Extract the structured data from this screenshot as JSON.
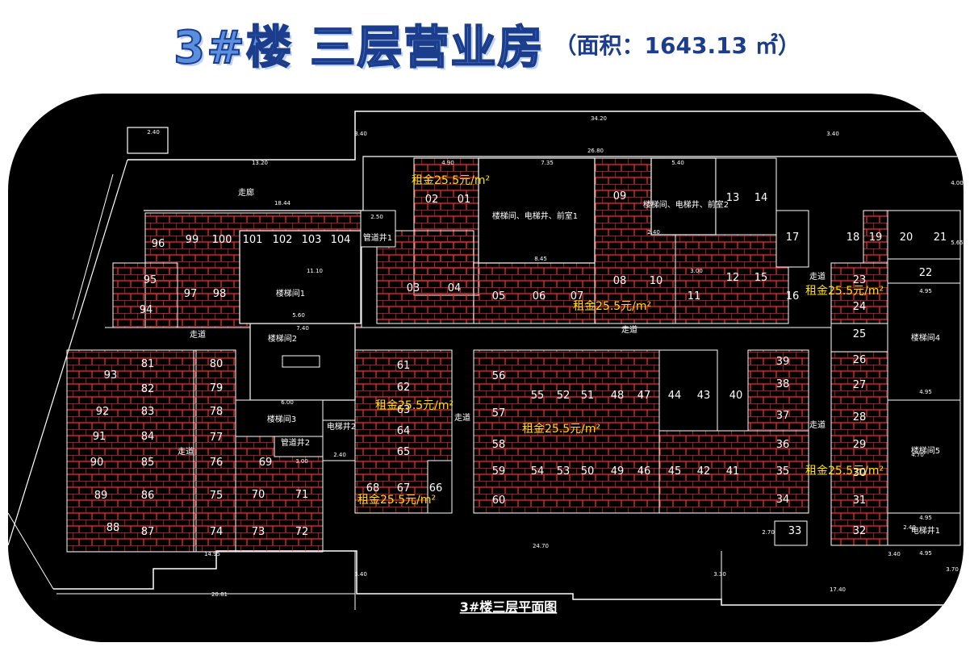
{
  "title": {
    "main": "3#楼 三层营业房",
    "sub": "（面积：1643.13 ㎡）"
  },
  "plan": {
    "caption": "3#楼三层平面图",
    "colors": {
      "background": "#000000",
      "outline": "#ffffff",
      "grid": "#ff2a2a",
      "rent": "#ffe000",
      "title": "#5a8fe0"
    },
    "rent_labels": [
      "租金25.5元/m²",
      "租金25.5元/m²",
      "租金25.5元/m²",
      "租金25.5元/m²",
      "租金25.5元/m²",
      "租金25.5元/m²",
      "租金25.5元/m²"
    ],
    "units": [
      "01",
      "02",
      "03",
      "04",
      "05",
      "06",
      "07",
      "08",
      "09",
      "10",
      "11",
      "12",
      "13",
      "14",
      "15",
      "16",
      "17",
      "18",
      "19",
      "20",
      "21",
      "22",
      "23",
      "24",
      "25",
      "26",
      "27",
      "28",
      "29",
      "30",
      "31",
      "32",
      "33",
      "34",
      "35",
      "36",
      "37",
      "38",
      "39",
      "40",
      "41",
      "42",
      "43",
      "44",
      "45",
      "46",
      "47",
      "48",
      "49",
      "50",
      "51",
      "52",
      "53",
      "54",
      "55",
      "56",
      "57",
      "58",
      "59",
      "60",
      "61",
      "62",
      "63",
      "64",
      "65",
      "66",
      "67",
      "68",
      "69",
      "70",
      "71",
      "72",
      "73",
      "74",
      "75",
      "76",
      "77",
      "78",
      "79",
      "80",
      "81",
      "82",
      "83",
      "84",
      "85",
      "86",
      "87",
      "88",
      "89",
      "90",
      "91",
      "92",
      "93",
      "94",
      "95",
      "96",
      "97",
      "98",
      "99",
      "100",
      "101",
      "102",
      "103",
      "104"
    ],
    "rooms": [
      "走廊",
      "楼梯间1",
      "楼梯间2",
      "楼梯间3",
      "楼梯间4",
      "楼梯间5",
      "电梯井1",
      "电梯井2",
      "管道井1",
      "管道井2",
      "楼梯间、电梯井、前室1",
      "楼梯间、电梯井、前室2",
      "走道",
      "走道",
      "走道",
      "走道",
      "走道",
      "走道"
    ],
    "dimensions": [
      "34.20",
      "26.80",
      "13.20",
      "18.44",
      "11.10",
      "2.40",
      "4.90",
      "7.35",
      "5.40",
      "2.50",
      "2.40",
      "8.45",
      "3.00",
      "5.60",
      "7.40",
      "6.00",
      "3.00",
      "2.40",
      "24.70",
      "17.40",
      "20.81",
      "14.95",
      "4.95",
      "4.95",
      "4.95",
      "4.95",
      "3.40",
      "3.40",
      "3.40",
      "3.40",
      "3.30",
      "3.70",
      "5.65",
      "4.00",
      "4.70",
      "2.40",
      "2.70"
    ]
  }
}
